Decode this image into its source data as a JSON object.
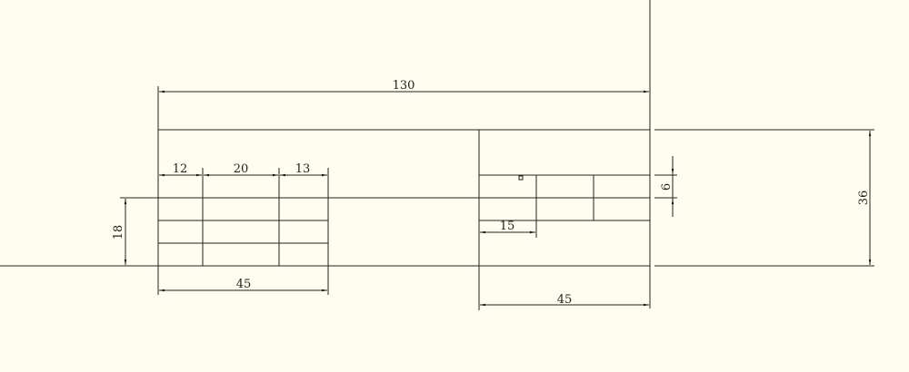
{
  "drawing": {
    "background": "#fffdf0",
    "line_color": "#222222",
    "dimensions": {
      "overall_width": "130",
      "left_col1": "12",
      "left_col2": "20",
      "left_col3": "13",
      "left_height": "18",
      "left_width": "45",
      "right_col": "15",
      "right_row": "6",
      "overall_height": "36",
      "right_width": "45"
    }
  }
}
